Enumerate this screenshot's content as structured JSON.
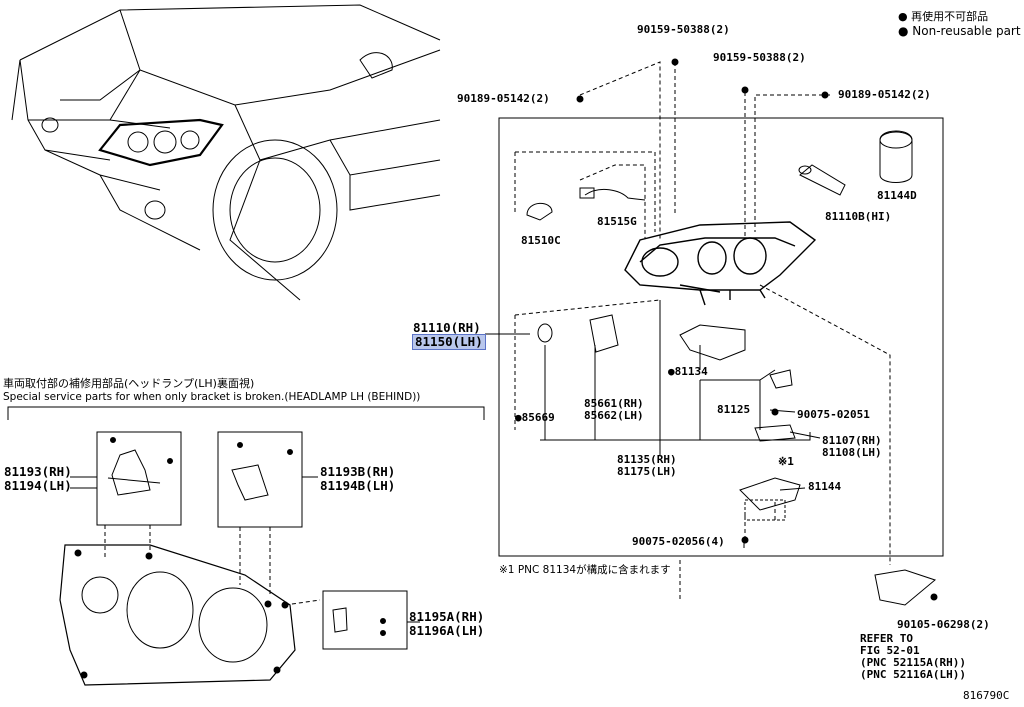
{
  "legend": {
    "line_ja": "● 再使用不可部品",
    "line_en": "● Non-reusable part"
  },
  "bracket_section": {
    "title_ja": "車両取付部の補修用部品(ヘッドランプ(LH)裏面視)",
    "title_en": "Special service parts for when only bracket is broken.(HEADLAMP LH (BEHIND))"
  },
  "parts": {
    "p90159_a": "90159-50388(2)",
    "p90159_b": "90159-50388(2)",
    "p90189_a": "90189-05142(2)",
    "p90189_b": "90189-05142(2)",
    "p81144D": "81144D",
    "p81110B": "81110B(HI)",
    "p81515G": "81515G",
    "p81510C": "81510C",
    "p81110": "81110(RH)",
    "p81150": "81150(LH)",
    "p81134": "●81134",
    "p85661": "85661(RH)",
    "p85662": "85662(LH)",
    "p85669": "●85669",
    "p81125": "81125",
    "p90075_a": "90075-02051",
    "p81107": "81107(RH)",
    "p81108": "81108(LH)",
    "p_mark1": "※1",
    "p81135": "81135(RH)",
    "p81175": "81175(LH)",
    "p81144": "81144",
    "p90075_b": "90075-02056(4)",
    "p81193": "81193(RH)",
    "p81194": "81194(LH)",
    "p81193B": "81193B(RH)",
    "p81194B": "81194B(LH)",
    "p81195A": "81195A(RH)",
    "p81196A": "81196A(LH)",
    "p90105": "90105-06298(2)",
    "refer_1": "REFER TO",
    "refer_2": "FIG 52-01",
    "refer_3": "(PNC 52115A(RH))",
    "refer_4": "(PNC 52116A(LH))"
  },
  "footnote": "※1 PNC 81134が構成に含まれます",
  "figure_code": "816790C",
  "colors": {
    "highlight": "#b9c7ec",
    "line": "#000000"
  }
}
